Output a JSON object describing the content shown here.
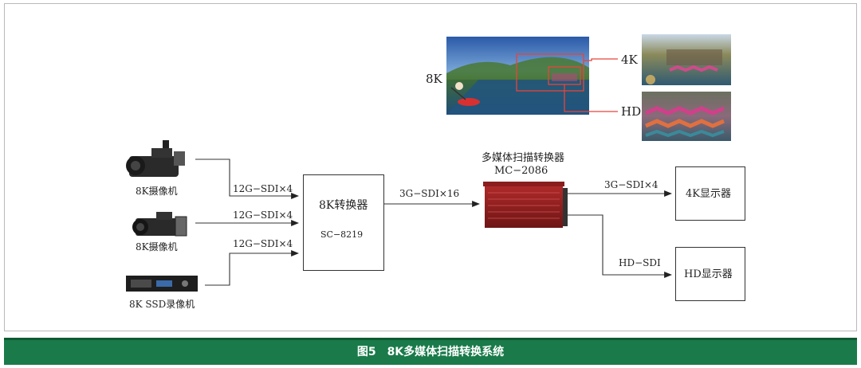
{
  "caption": "图5　8K多媒体扫描转换系统",
  "sources": [
    {
      "name": "camera-1",
      "label": "8K摄像机",
      "signal": "12G−SDI×4"
    },
    {
      "name": "camera-2",
      "label": "8K摄像机",
      "signal": "12G−SDI×4"
    },
    {
      "name": "recorder",
      "label": "8K SSD录像机",
      "signal": "12G−SDI×4"
    }
  ],
  "converter": {
    "title": "8K转换器",
    "model": "SC−8219"
  },
  "link_converter_scanner": "3G−SDI×16",
  "scanner": {
    "title": "多媒体扫描转换器",
    "model": "MC−2086"
  },
  "outputs": [
    {
      "signal": "3G−SDI×4",
      "display": "4K显示器"
    },
    {
      "signal": "HD−SDI",
      "display": "HD显示器"
    }
  ],
  "preview": {
    "label_8k": "8K",
    "label_4k": "4K",
    "label_hd": "HD"
  },
  "colors": {
    "caption_bg": "#1a7a4a",
    "highlight": "#e8443a",
    "line": "#333333"
  }
}
